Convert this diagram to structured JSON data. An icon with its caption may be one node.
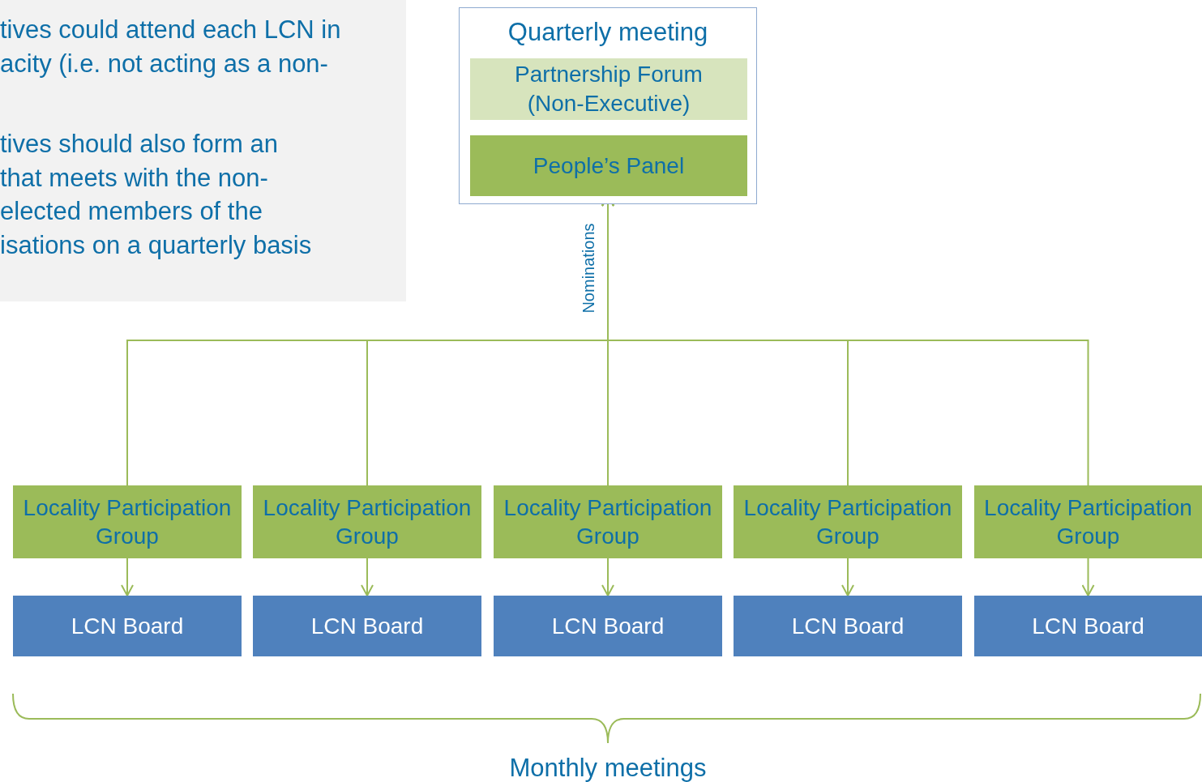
{
  "diagram": {
    "nodes": [
      {
        "text": [
          "Quarterly meeting"
        ]
      },
      {
        "text": [
          "Partnership Forum (Non-Executive)"
        ],
        "in": 0
      },
      {
        "text": [
          "People’s Panel"
        ],
        "in": 0
      },
      {
        "text": [
          "Locality Participation Group"
        ]
      },
      {
        "text": [
          "Locality Participation Group"
        ]
      },
      {
        "text": [
          "Locality Participation Group"
        ]
      },
      {
        "text": [
          "Locality Participation Group"
        ]
      },
      {
        "text": [
          "Locality Participation Group"
        ]
      },
      {
        "text": [
          "LCN Board"
        ]
      },
      {
        "text": [
          "LCN Board"
        ]
      },
      {
        "text": [
          "LCN Board"
        ]
      },
      {
        "text": [
          "LCN Board"
        ]
      },
      {
        "text": [
          "LCN Board"
        ]
      }
    ],
    "edges": [
      {
        "from": 3,
        "to": 2,
        "arrow": "to"
      },
      {
        "from": 4,
        "to": 2,
        "arrow": "to"
      },
      {
        "from": 5,
        "to": 2,
        "arrow": "to",
        "label": "Nominations"
      },
      {
        "from": 6,
        "to": 2,
        "arrow": "to"
      },
      {
        "from": 7,
        "to": 2,
        "arrow": "to"
      },
      {
        "from": 3,
        "to": 8,
        "arrow": "to"
      },
      {
        "from": 4,
        "to": 9,
        "arrow": "to"
      },
      {
        "from": 5,
        "to": 10,
        "arrow": "to"
      },
      {
        "from": 6,
        "to": 11,
        "arrow": "to"
      },
      {
        "from": 7,
        "to": 12,
        "arrow": "to"
      }
    ],
    "labels": [
      "tives could attend each LCN in",
      "acity (i.e. not acting as a non-",
      "tives should also form an",
      "that meets with the non-",
      "elected members of the",
      "isations on a quarterly basis",
      "Monthly meetings"
    ]
  }
}
